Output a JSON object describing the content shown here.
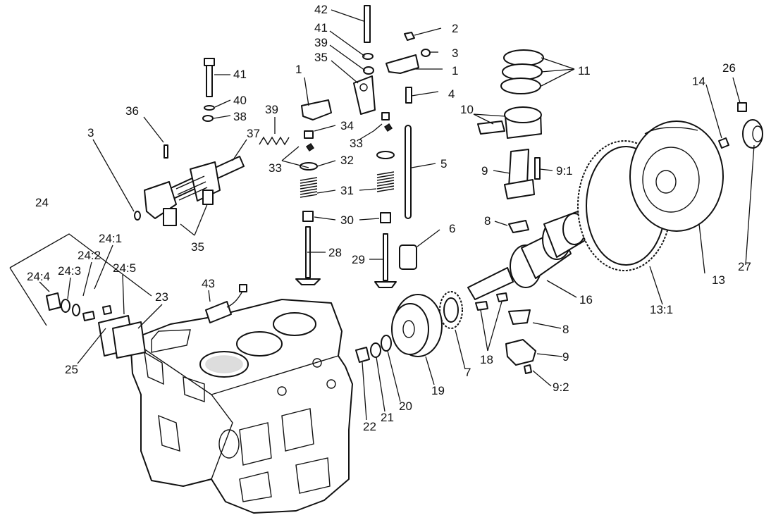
{
  "diagram": {
    "callouts": [
      {
        "id": "c42",
        "text": "42"
      },
      {
        "id": "c2",
        "text": "2"
      },
      {
        "id": "c41a",
        "text": "41"
      },
      {
        "id": "c3a",
        "text": "3"
      },
      {
        "id": "c39a",
        "text": "39"
      },
      {
        "id": "c1a",
        "text": "1"
      },
      {
        "id": "c35a",
        "text": "35"
      },
      {
        "id": "c1b",
        "text": "1"
      },
      {
        "id": "c11",
        "text": "11"
      },
      {
        "id": "c41b",
        "text": "41"
      },
      {
        "id": "c4",
        "text": "4"
      },
      {
        "id": "c40",
        "text": "40"
      },
      {
        "id": "c10",
        "text": "10"
      },
      {
        "id": "c38",
        "text": "38"
      },
      {
        "id": "c36",
        "text": "36"
      },
      {
        "id": "c39b",
        "text": "39"
      },
      {
        "id": "c14",
        "text": "14"
      },
      {
        "id": "c26",
        "text": "26"
      },
      {
        "id": "c3b",
        "text": "3"
      },
      {
        "id": "c37",
        "text": "37"
      },
      {
        "id": "c34",
        "text": "34"
      },
      {
        "id": "c33a",
        "text": "33"
      },
      {
        "id": "c5",
        "text": "5"
      },
      {
        "id": "c33b",
        "text": "33"
      },
      {
        "id": "c32",
        "text": "32"
      },
      {
        "id": "c9a",
        "text": "9"
      },
      {
        "id": "c91",
        "text": "9:1"
      },
      {
        "id": "c31",
        "text": "31"
      },
      {
        "id": "c24",
        "text": "24"
      },
      {
        "id": "c30",
        "text": "30"
      },
      {
        "id": "c8a",
        "text": "8"
      },
      {
        "id": "c6",
        "text": "6"
      },
      {
        "id": "c241",
        "text": "24:1"
      },
      {
        "id": "c35b",
        "text": "35"
      },
      {
        "id": "c242",
        "text": "24:2"
      },
      {
        "id": "c28",
        "text": "28"
      },
      {
        "id": "c29",
        "text": "29"
      },
      {
        "id": "c13",
        "text": "13"
      },
      {
        "id": "c27",
        "text": "27"
      },
      {
        "id": "c243",
        "text": "24:3"
      },
      {
        "id": "c244",
        "text": "24:4"
      },
      {
        "id": "c245",
        "text": "24:5"
      },
      {
        "id": "c43",
        "text": "43"
      },
      {
        "id": "c16",
        "text": "16"
      },
      {
        "id": "c23",
        "text": "23"
      },
      {
        "id": "c131",
        "text": "13:1"
      },
      {
        "id": "c8b",
        "text": "8"
      },
      {
        "id": "c25",
        "text": "25"
      },
      {
        "id": "c9b",
        "text": "9"
      },
      {
        "id": "c7",
        "text": "7"
      },
      {
        "id": "c18",
        "text": "18"
      },
      {
        "id": "c92",
        "text": "9:2"
      },
      {
        "id": "c19",
        "text": "19"
      },
      {
        "id": "c20",
        "text": "20"
      },
      {
        "id": "c21",
        "text": "21"
      },
      {
        "id": "c22",
        "text": "22"
      }
    ]
  }
}
